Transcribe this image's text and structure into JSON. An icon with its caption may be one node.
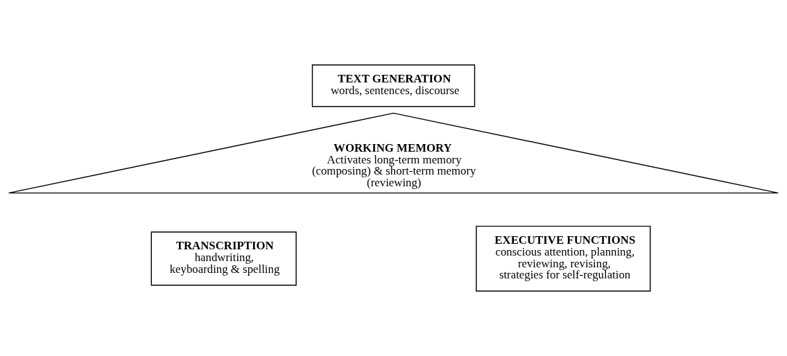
{
  "diagram": {
    "nodes": [
      {
        "text": [
          "TEXT GENERATION",
          "words, sentences, discourse"
        ]
      },
      {
        "text": [
          "WORKING MEMORY",
          "Activates long-term memory (composing) & short-term memory (reviewing)"
        ]
      },
      {
        "text": [
          "TRANSCRIPTION",
          "handwriting, keyboarding & spelling"
        ]
      },
      {
        "text": [
          "EXECUTIVE FUNCTIONS",
          "conscious attention, planning, reviewing, revising, strategies for self-regulation"
        ]
      }
    ]
  }
}
